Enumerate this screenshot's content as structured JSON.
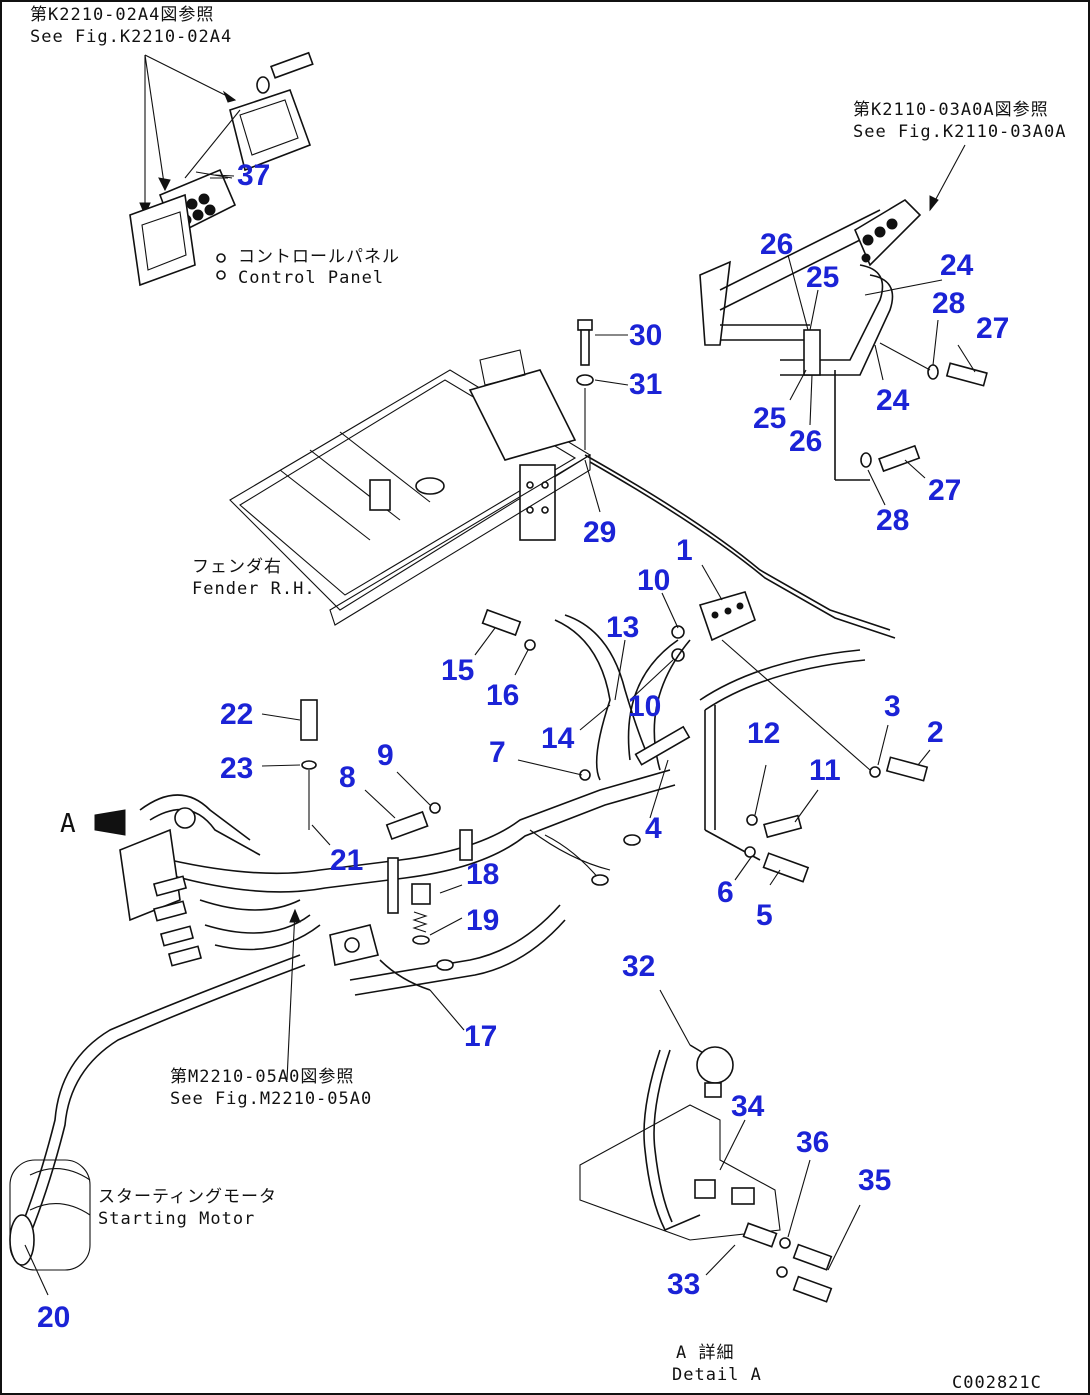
{
  "references": {
    "control_panel_fig_jp": "第K2210-02A4図参照",
    "control_panel_fig_en": "See Fig.K2210-02A4",
    "right_fig_jp": "第K2110-03A0A図参照",
    "right_fig_en": "See Fig.K2110-03A0A",
    "harness_fig_jp": "第M2210-05A0図参照",
    "harness_fig_en": "See Fig.M2210-05A0"
  },
  "components": {
    "control_panel_jp": "コントロールパネル",
    "control_panel_en": "Control Panel",
    "fender_jp": "フェンダ右",
    "fender_en": "Fender R.H.",
    "starting_motor_jp": "スターティングモータ",
    "starting_motor_en": "Starting Motor",
    "detail_jp": "A 詳細",
    "detail_en": "Detail A",
    "view_marker": "A"
  },
  "part_numbers": [
    "1",
    "2",
    "3",
    "4",
    "5",
    "6",
    "7",
    "8",
    "9",
    "10",
    "10",
    "11",
    "12",
    "13",
    "14",
    "15",
    "16",
    "17",
    "18",
    "19",
    "20",
    "21",
    "22",
    "23",
    "24",
    "24",
    "25",
    "25",
    "26",
    "26",
    "27",
    "27",
    "28",
    "28",
    "29",
    "30",
    "31",
    "32",
    "33",
    "34",
    "35",
    "36",
    "37"
  ],
  "drawing_code": "C002821C",
  "colors": {
    "part_number": "#1b23d6",
    "line": "#111111",
    "background": "#ffffff"
  }
}
